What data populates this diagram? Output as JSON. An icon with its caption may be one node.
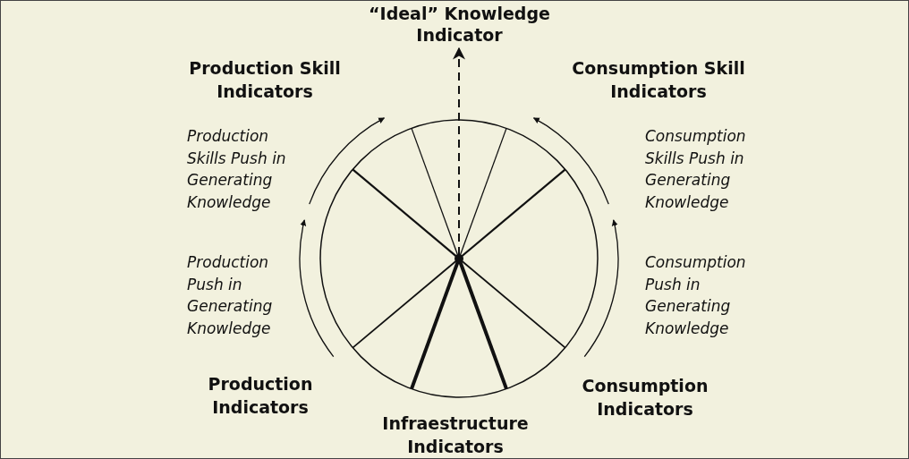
{
  "diagram": {
    "nodes": [
      {
        "text": [
          "“Ideal” Knowledge Indicator"
        ]
      },
      {
        "text": [],
        "shape": "circle"
      }
    ],
    "edges": [
      {
        "from": 1,
        "to": 0,
        "arrow": "to",
        "style": "dashed"
      }
    ],
    "labels": [
      "Production Skill Indicators",
      "Consumption Skill Indicators",
      "Production Skills Push in Generating Knowledge",
      "Consumption Skills Push in Generating Knowledge",
      "Production Push in Generating Knowledge",
      "Consumption Push in Generating Knowledge",
      "Production Indicators",
      "Consumption Indicators",
      "Infraestructure Indicators"
    ]
  }
}
